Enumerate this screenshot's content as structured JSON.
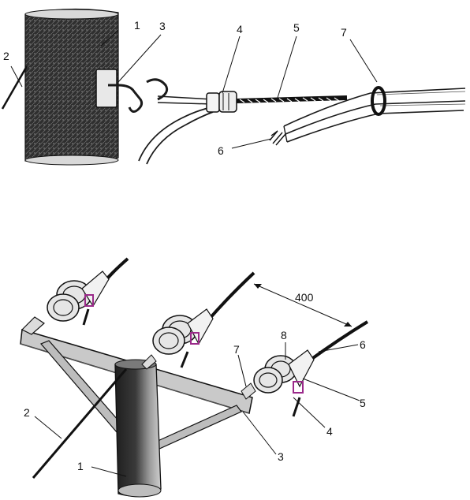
{
  "top_diagram": {
    "labels": [
      "1",
      "2",
      "3",
      "4",
      "5",
      "6",
      "7"
    ]
  },
  "bottom_diagram": {
    "labels": [
      "1",
      "2",
      "3",
      "4",
      "5",
      "6",
      "7",
      "8"
    ],
    "dimension": "400"
  },
  "colors": {
    "ink": "#1a1a1a",
    "pole_dark": "#2b2b2b",
    "pole_light": "#8a8a8a",
    "insulator_band": "#9b2a8a",
    "background": "#ffffff"
  }
}
